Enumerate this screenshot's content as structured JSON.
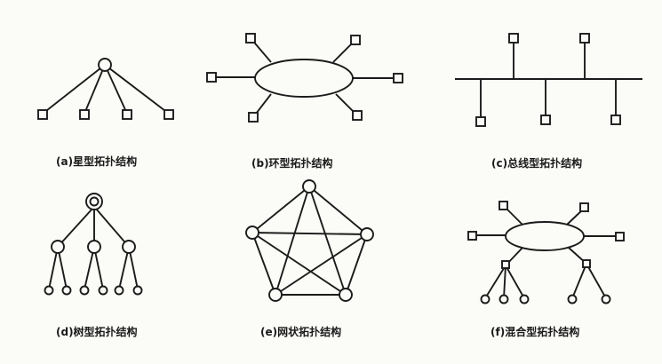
{
  "captions": {
    "star": "(a)星型拓扑结构",
    "ring": "(b)环型拓扑结构",
    "bus": "(c)总线型拓扑结构",
    "tree": "(d)树型拓扑结构",
    "mesh": "(e)网状拓扑结构",
    "hybrid": "(f)混合型拓扑结构"
  }
}
